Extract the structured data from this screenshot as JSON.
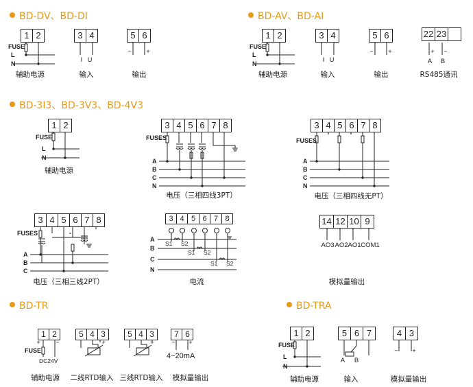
{
  "headers": {
    "dv_di": "BD-DV、BD-DI",
    "av_ai": "BD-AV、BD-AI",
    "i3_v3_v4": "BD-3I3、BD-3V3、BD-4V3",
    "tr": "BD-TR",
    "tra": "BD-TRA"
  },
  "captions": {
    "aux_power": "辅助电源",
    "input": "输入",
    "output": "输出",
    "rs485": "RS485通讯",
    "v_4w_3pt": "电压（三相四线3PT）",
    "v_4w_nopt": "电压（三相四线无PT）",
    "v_3w_2pt": "电压（三相三线2PT）",
    "current": "电流",
    "analog_out": "模拟量输出",
    "rtd2": "二线RTD输入",
    "rtd3": "三线RTD输入"
  },
  "terms": {
    "t1": "1",
    "t2": "2",
    "t3": "3",
    "t4": "4",
    "t5": "5",
    "t6": "6",
    "t7": "7",
    "t8": "8",
    "t9": "9",
    "t10": "10",
    "t12": "12",
    "t14": "14",
    "t22": "22",
    "t23": "23",
    "blank": ""
  },
  "labels": {
    "fuse": "FUSE",
    "fuses": "FUSES",
    "L": "L",
    "N": "N",
    "A": "A",
    "B": "B",
    "C": "C",
    "I": "I",
    "U": "U",
    "plus": "+",
    "minus": "−",
    "S1": "S1",
    "S2": "S2",
    "ao3": "AO3",
    "ao2": "AO2",
    "ao1": "AO1",
    "com1": "COM1",
    "dc24v": "DC24V",
    "ma": "4~20mA"
  }
}
